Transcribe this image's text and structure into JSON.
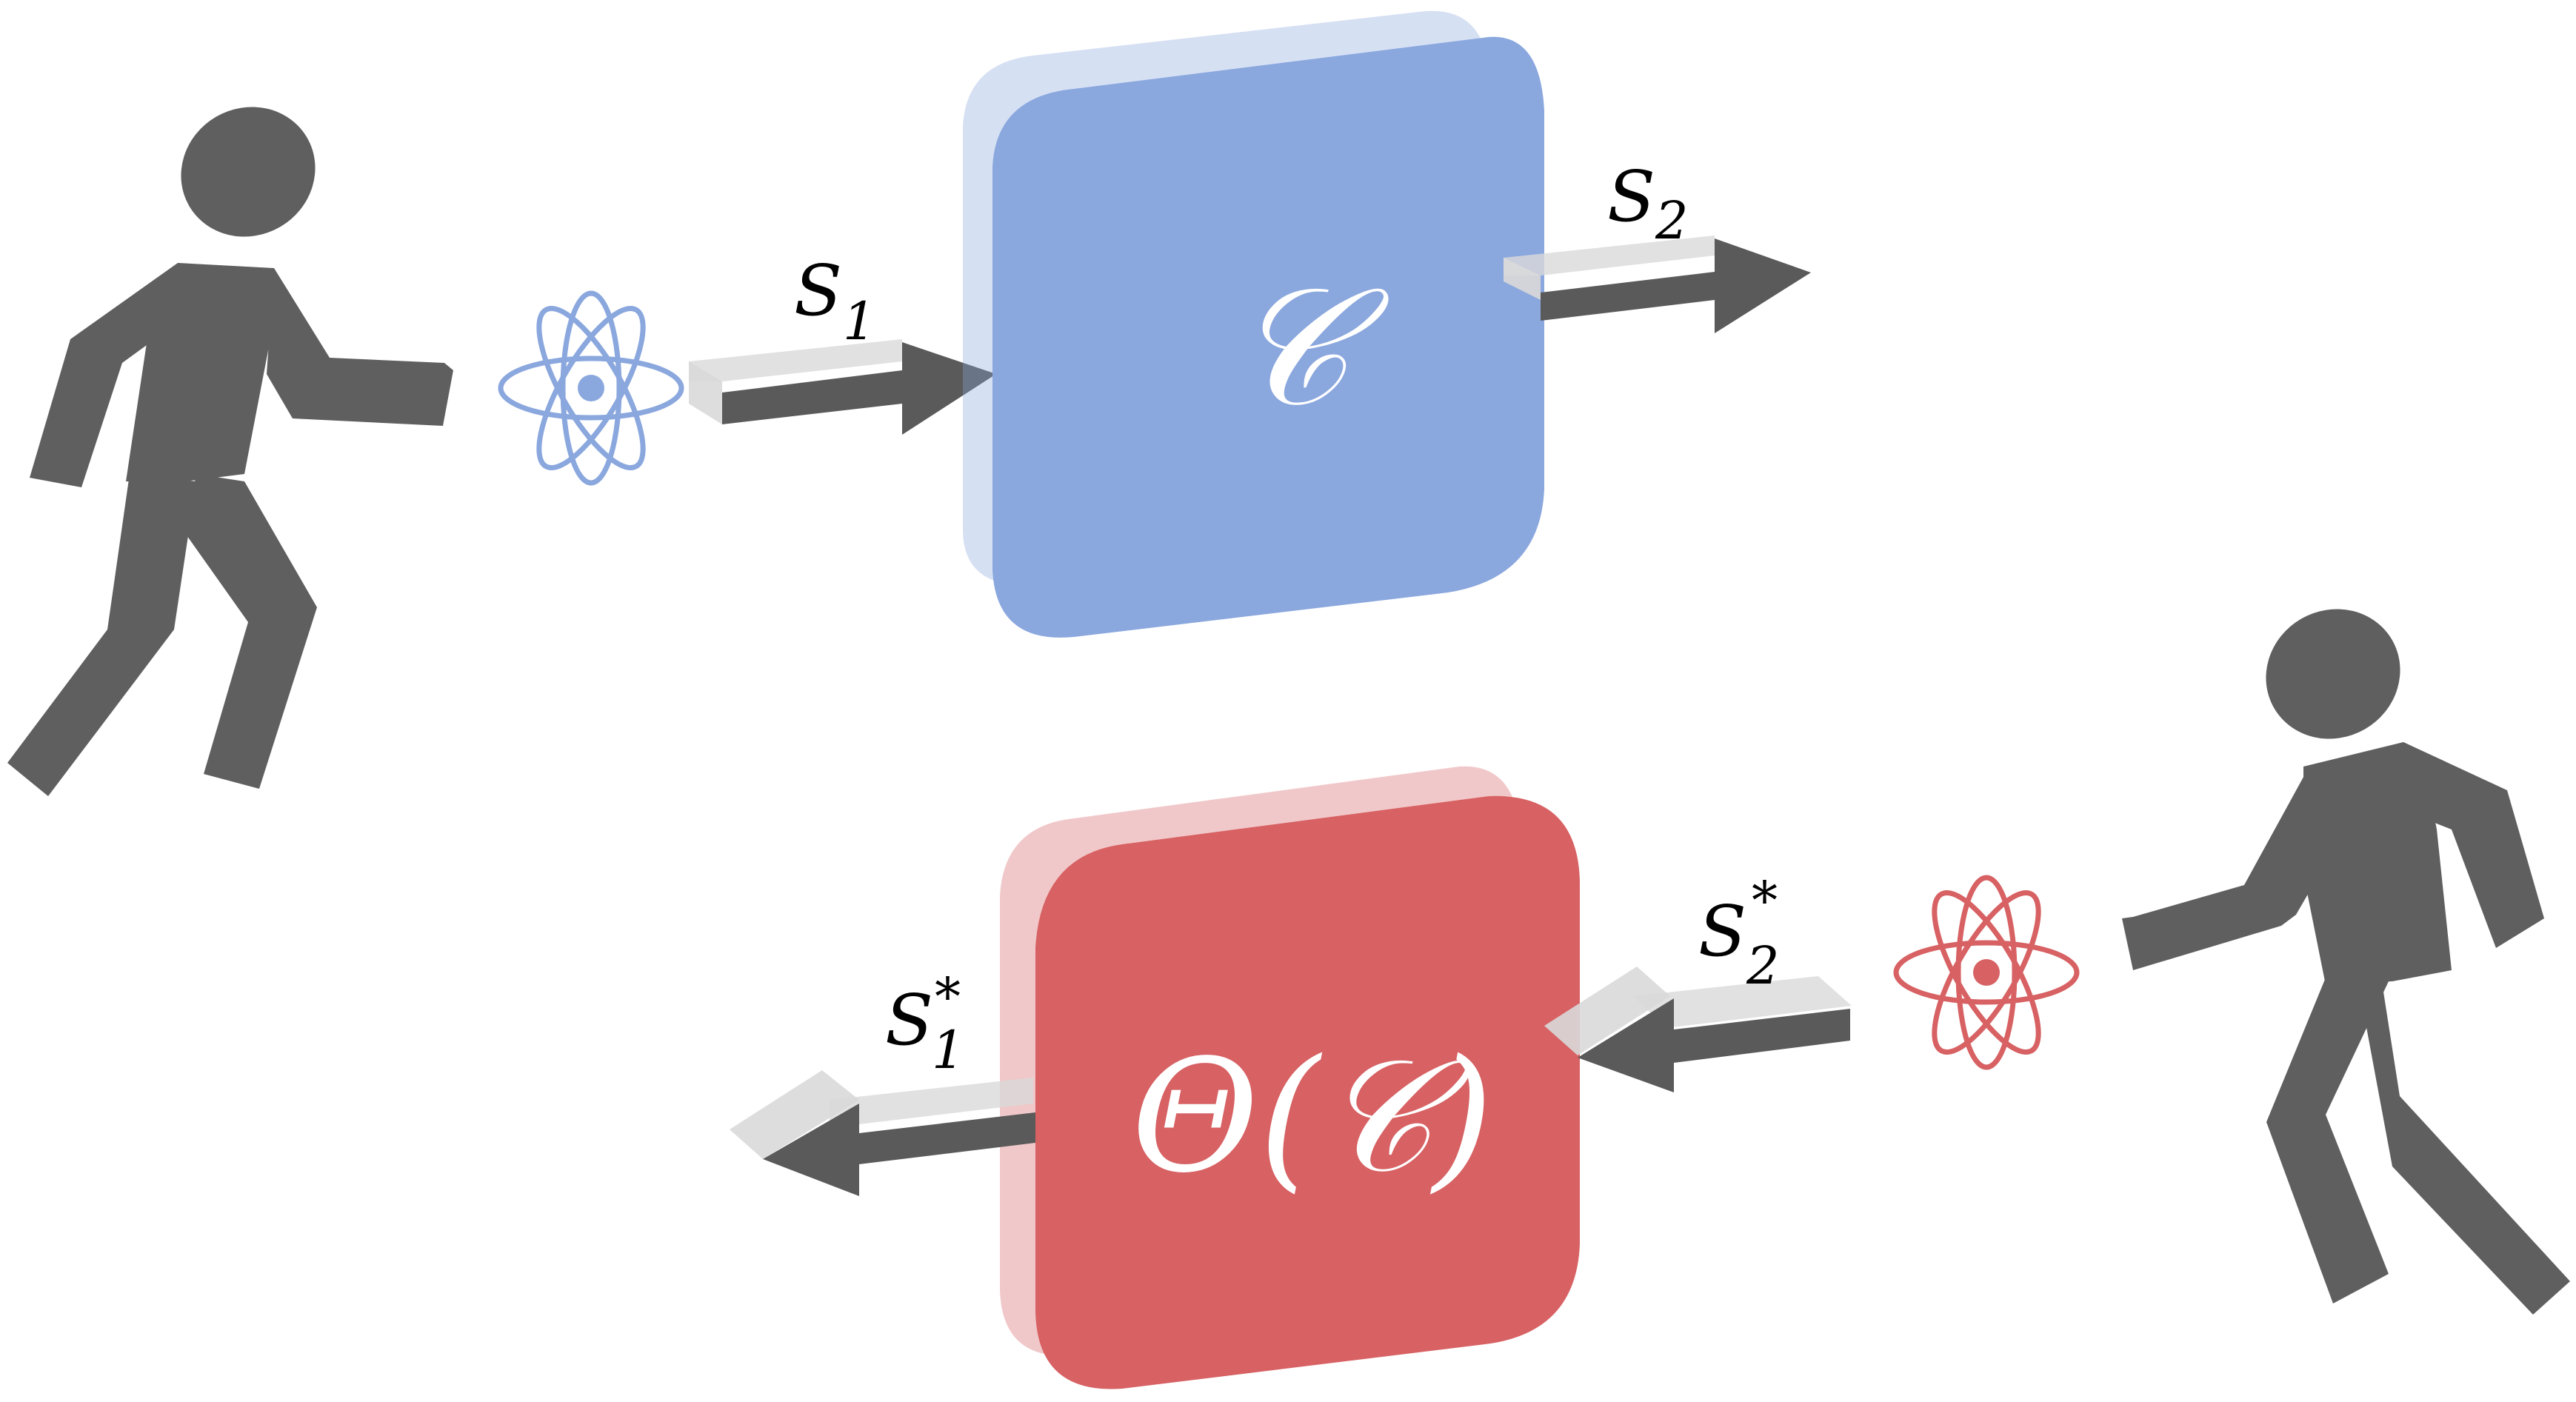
{
  "top_row": {
    "box_label": "𝒞",
    "input_label": "S",
    "input_sub": "1",
    "output_label": "S",
    "output_sub": "2",
    "box_color": "#8aa7de",
    "atom_color": "#8aa7de"
  },
  "bottom_row": {
    "box_label": "Θ(𝒞)",
    "input_label": "S",
    "input_sub": "2",
    "input_sup": "*",
    "output_label": "S",
    "output_sub": "1",
    "output_sup": "*",
    "box_color": "#d76163",
    "atom_color": "#d76163"
  },
  "colors": {
    "figure": "#5f5f5f",
    "arrow": "#5a5a5a",
    "arrow_shadow": "#d9d9d9"
  },
  "icons": {
    "person_left": "walking-person-icon",
    "person_right": "walking-person-icon",
    "atom": "atom-icon"
  }
}
